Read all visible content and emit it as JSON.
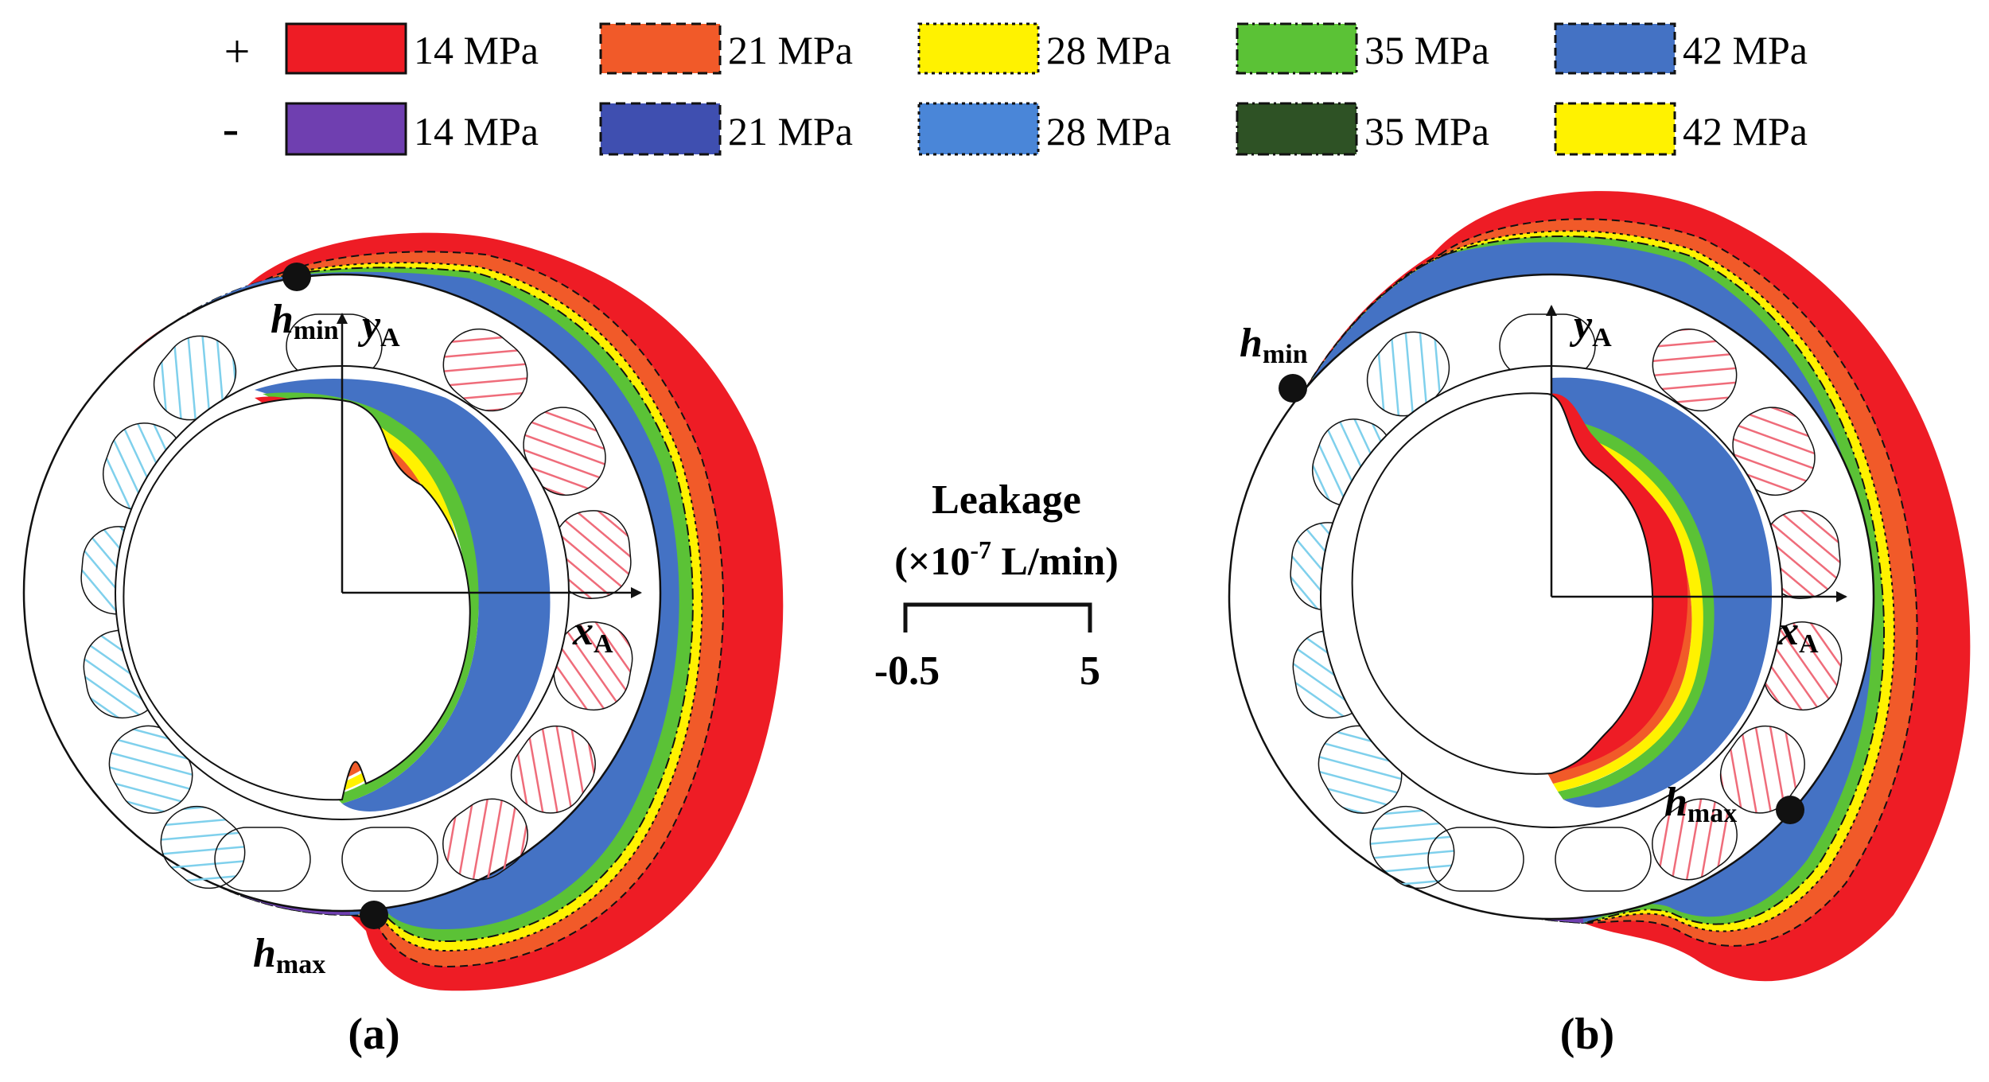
{
  "legend": {
    "row_positive": {
      "sign": "+",
      "items": [
        {
          "label": "14 MPa",
          "color": "#ee1c25",
          "edge": "solid"
        },
        {
          "label": "21 MPa",
          "color": "#f15a29",
          "edge": "dashed"
        },
        {
          "label": "28 MPa",
          "color": "#fff200",
          "edge": "dotted"
        },
        {
          "label": "35 MPa",
          "color": "#5bc236",
          "edge": "dashdot"
        },
        {
          "label": "42 MPa",
          "color": "#4472c4",
          "edge": "dashed"
        }
      ]
    },
    "row_negative": {
      "sign": "-",
      "items": [
        {
          "label": "14 MPa",
          "color": "#6f3fb0",
          "edge": "solid"
        },
        {
          "label": "21 MPa",
          "color": "#3f4fb0",
          "edge": "dashed"
        },
        {
          "label": "28 MPa",
          "color": "#4a86d8",
          "edge": "dotted"
        },
        {
          "label": "35 MPa",
          "color": "#2e5225",
          "edge": "dashdot"
        },
        {
          "label": "42 MPa",
          "color": "#fff200",
          "edge": "dashed"
        }
      ]
    }
  },
  "scale": {
    "title": "Leakage",
    "unit_prefix": "(×10",
    "unit_exp": "-7",
    "unit_suffix": " L/min)",
    "min": "-0.5",
    "max": "5"
  },
  "panels": [
    {
      "caption": "(a)",
      "h_min": {
        "h": "h",
        "sub": "min"
      },
      "h_max": {
        "h": "h",
        "sub": "max"
      },
      "axis_x": {
        "name": "x",
        "sub": "A"
      },
      "axis_y": {
        "name": "y",
        "sub": "A"
      }
    },
    {
      "caption": "(b)",
      "h_min": {
        "h": "h",
        "sub": "min"
      },
      "h_max": {
        "h": "h",
        "sub": "max"
      },
      "axis_x": {
        "name": "x",
        "sub": "A"
      },
      "axis_y": {
        "name": "y",
        "sub": "A"
      }
    }
  ],
  "colors": {
    "cold_hatch": "#7fd0ec",
    "hot_hatch": "#ef6c7a",
    "outline": "#111111"
  }
}
